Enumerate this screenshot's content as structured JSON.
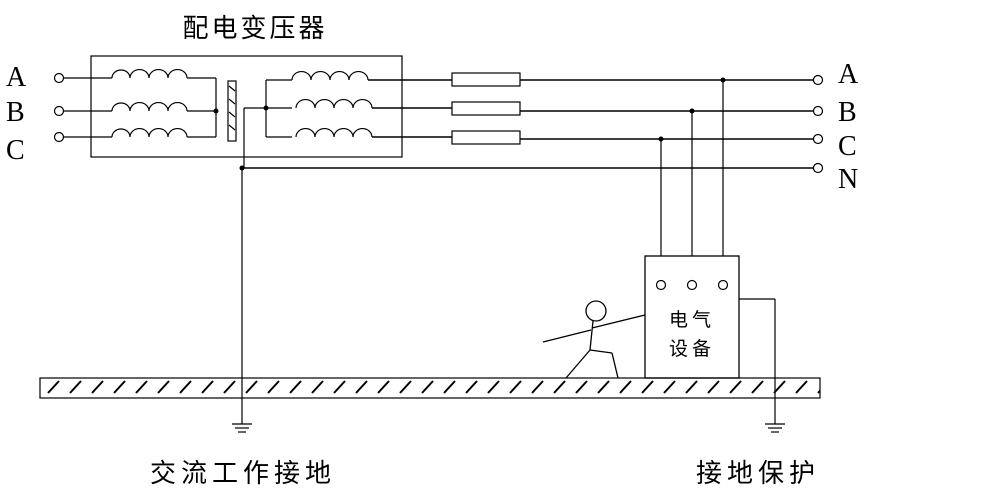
{
  "diagram": {
    "title": "配电变压器",
    "left_phases": [
      "A",
      "B",
      "C"
    ],
    "right_phases": [
      "A",
      "B",
      "C",
      "N"
    ],
    "equipment_label_line1": "电气",
    "equipment_label_line2": "设备",
    "caption_left": "交流工作接地",
    "caption_right": "接地保护"
  }
}
